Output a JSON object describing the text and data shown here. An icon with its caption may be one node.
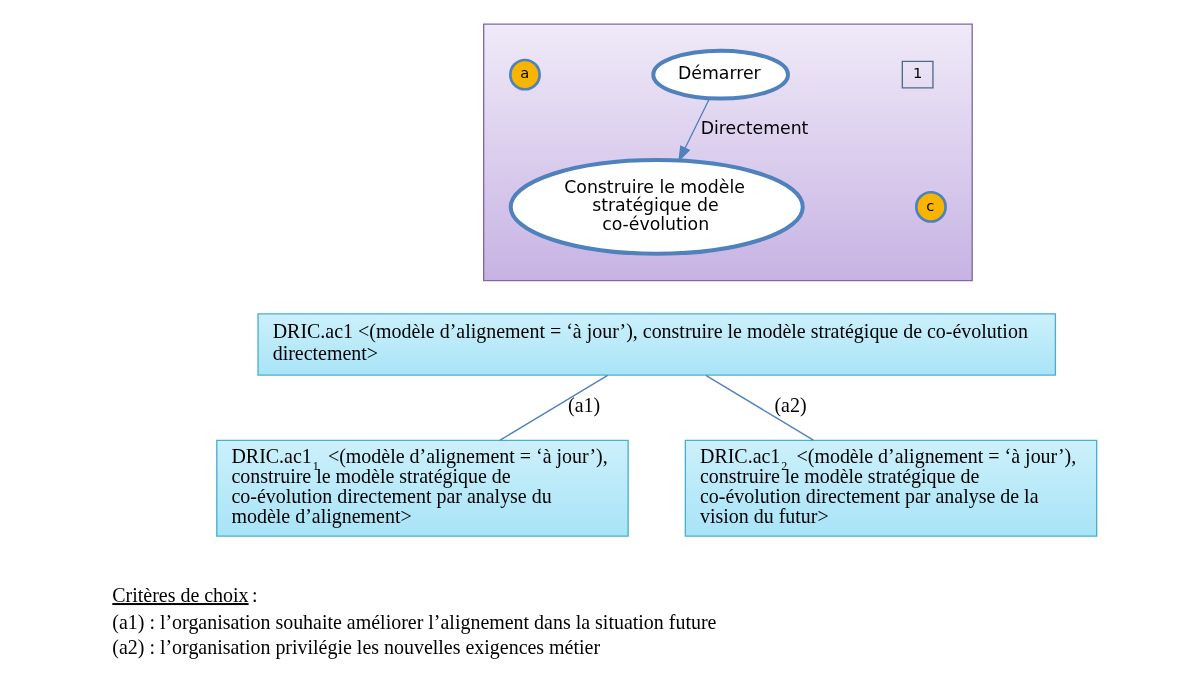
{
  "diagram": {
    "nodes": [
      {
        "text": [],
        "shape": "band"
      },
      {
        "text": [
          "a"
        ],
        "in": 0
      },
      {
        "text": [
          "Démarrer"
        ],
        "in": 0
      },
      {
        "text": [
          "Construire le modèle stratégique de co-évolution"
        ],
        "in": 0
      },
      {
        "text": [
          "c"
        ],
        "in": 0
      },
      {
        "text": [
          "DRIC.ac1 <(modèle d’alignement = ‘à jour’), construire le modèle stratégique de co-évolution directement>"
        ]
      },
      {
        "text": [
          "DRIC.ac1$_{1}$ <(modèle d’alignement = ‘à jour’), construire le modèle stratégique de co-évolution directement par analyse du modèle d’alignement>"
        ]
      },
      {
        "text": [
          "DRIC.ac1$_{2}$ <(modèle d’alignement = ‘à jour’), construire le modèle stratégique de co-évolution directement par analyse de la vision du futur>"
        ]
      }
    ],
    "edges": [
      {
        "from": 2,
        "to": 3,
        "arrow": "to",
        "label": "Directement"
      },
      {
        "from": 5,
        "to": 6,
        "arrow": "none",
        "label": "(a1)"
      },
      {
        "from": 5,
        "to": 7,
        "arrow": "none",
        "label": "(a2)"
      }
    ],
    "labels": [
      "1",
      "Critères de choix:",
      "(a1) : l’organisation souhaite améliorer l’alignement dans la situation future",
      "(a2) : l’organisation privilégie les nouvelles exigences métier"
    ]
  }
}
